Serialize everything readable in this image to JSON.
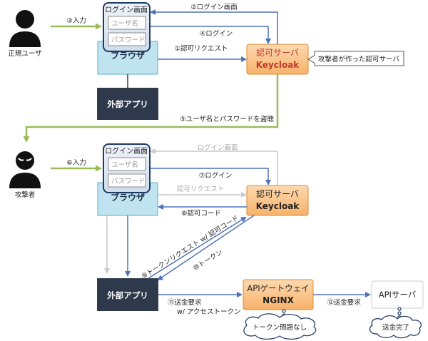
{
  "colors": {
    "green_arrow": "#9bbb59",
    "blue_arrow": "#4f72b8",
    "gray_arrow": "#c9c9c9",
    "browser_fill": "#bfe3ef",
    "login_fill": "#dce6f2",
    "auth_fill": "#fbc996",
    "auth_border": "#e08a2c",
    "app_fill": "#2e3a4c",
    "person": "#111111",
    "bubble_line": "#2a3f68"
  },
  "actors": {
    "legit_user": "正規ユーザ",
    "attacker": "攻撃者"
  },
  "top": {
    "login_screen": "ログイン画面",
    "username": "ユーザ名",
    "password": "パスワード",
    "browser": "ブラウザ",
    "auth_server": "認可サーバ",
    "keycloak": "Keycloak",
    "external_app": "外部アプリ",
    "callout": "攻撃者が作った認可サーバ",
    "step1": "①認可リクエスト",
    "step2": "②ログイン画面",
    "step3": "③入力",
    "step4": "④ログイン",
    "step5": "⑤ユーザ名とパスワードを盗聴"
  },
  "bottom": {
    "login_screen": "ログイン画面",
    "username": "ユーザ名",
    "password": "パスワード",
    "browser": "ブラウザ",
    "auth_server": "認可サーバ",
    "keycloak": "Keycloak",
    "external_app": "外部アプリ",
    "gray_login_screen": "ログイン画面",
    "gray_auth_request": "認可リクエスト",
    "step6": "⑥入力",
    "step7": "⑦ログイン",
    "step8": "⑧認可コード",
    "step9": "⑨トークンリクエスト w/ 認可コード",
    "step10": "⑩トークン",
    "step11_line1": "⑪送金要求",
    "step11_line2": "w/ アクセストークン",
    "step12": "⑫送金要求",
    "gateway_title": "APIゲートウェイ",
    "nginx": "NGINX",
    "api_server": "APIサーバ",
    "bubble_gateway": "トークン問題なし",
    "bubble_server": "送金完了"
  }
}
